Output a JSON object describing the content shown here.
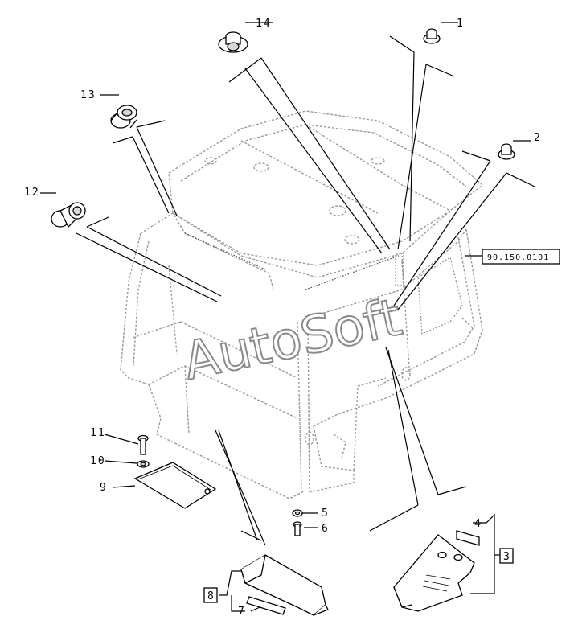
{
  "callouts": [
    {
      "id": "c1",
      "label": "1"
    },
    {
      "id": "c2",
      "label": "2"
    },
    {
      "id": "c3",
      "label": "3",
      "boxed": true
    },
    {
      "id": "c4",
      "label": "4"
    },
    {
      "id": "c5",
      "label": "5"
    },
    {
      "id": "c6",
      "label": "6"
    },
    {
      "id": "c7",
      "label": "7"
    },
    {
      "id": "c8",
      "label": "8",
      "boxed": true
    },
    {
      "id": "c9",
      "label": "9"
    },
    {
      "id": "c10",
      "label": "10"
    },
    {
      "id": "c11",
      "label": "11"
    },
    {
      "id": "c12",
      "label": "12"
    },
    {
      "id": "c13",
      "label": "13"
    },
    {
      "id": "c14",
      "label": "14"
    }
  ],
  "reference_code": "90.150.0101",
  "watermark": "AutoSoft"
}
